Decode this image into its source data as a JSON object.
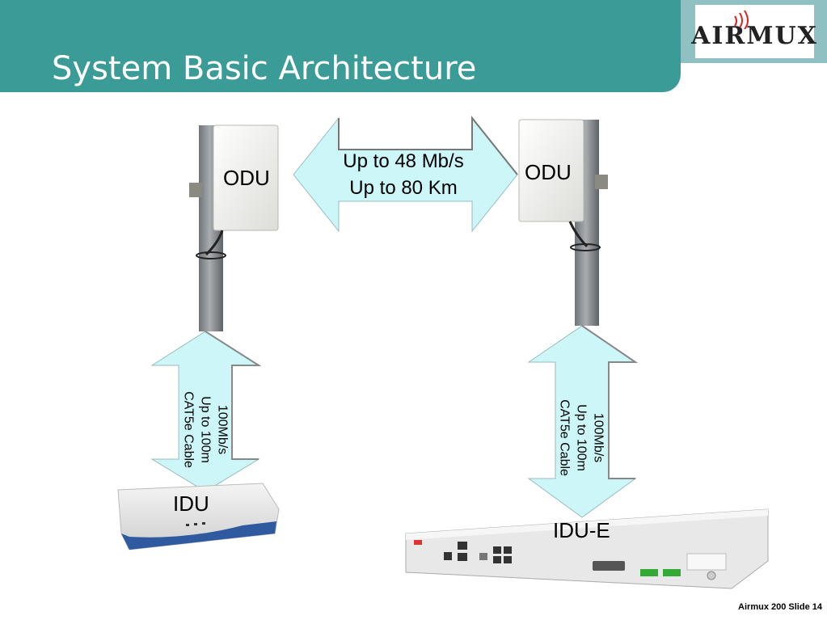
{
  "slide": {
    "title": "System Basic Architecture",
    "logo": "AIRMUX",
    "footer": "Airmux 200  Slide 14"
  },
  "diagram": {
    "odu_left": "ODU",
    "odu_right": "ODU",
    "idu": "IDU",
    "idu_e": "IDU-E",
    "wireless_link": [
      "Up to 48 Mb/s",
      "Up to 80 Km"
    ],
    "cable_left": [
      "100Mb/s",
      "Up to 100m",
      "CAT5e Cable"
    ],
    "cable_right": [
      "100Mb/s",
      "Up to 100m",
      "CAT5e Cable"
    ]
  },
  "colors": {
    "header": "#3a9b97",
    "header_corner": "#8fc0c2",
    "arrow_fill": "#ccf6f8",
    "idu_blue": "#2f5aa0"
  }
}
